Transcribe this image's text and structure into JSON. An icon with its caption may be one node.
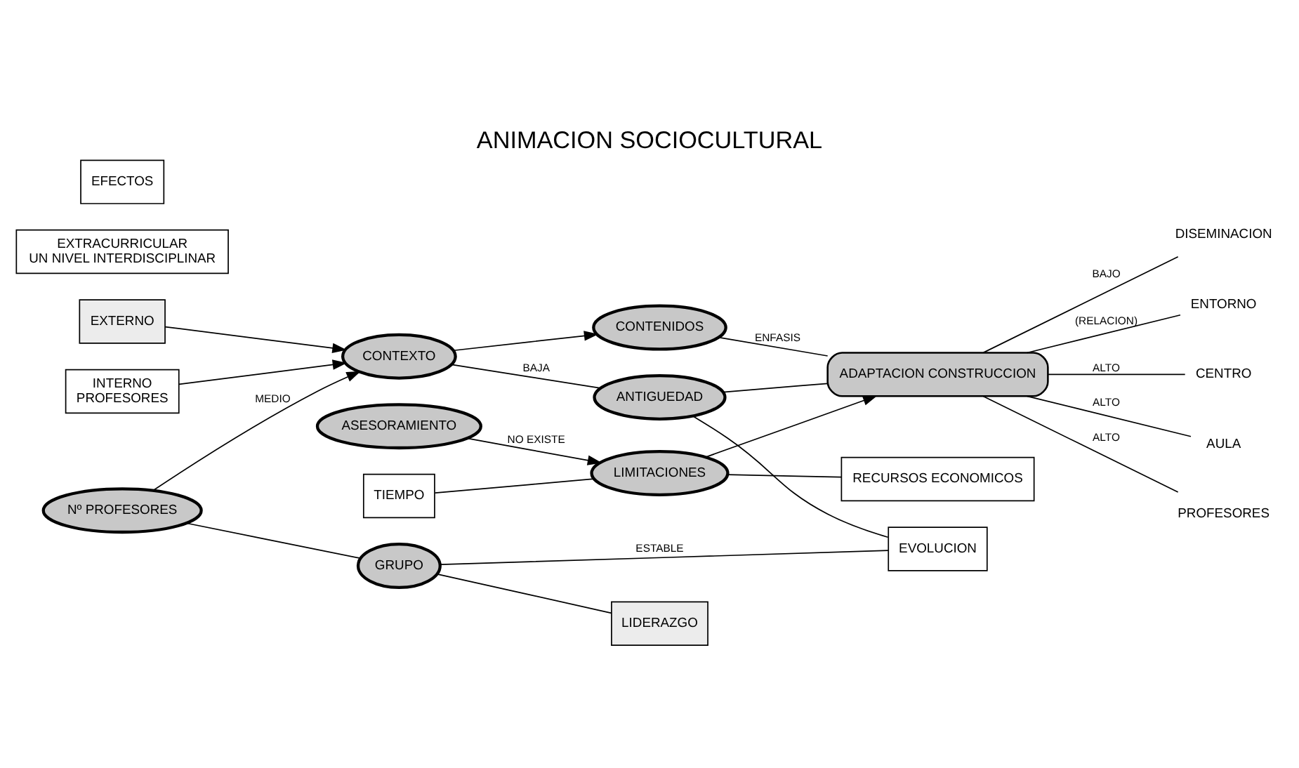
{
  "diagram": {
    "title": "ANIMACION SOCIOCULTURAL",
    "nodes": [
      {
        "text": [
          "EXTERNO"
        ]
      },
      {
        "text": [
          "CONTEXTO"
        ]
      },
      {
        "text": [
          "INTERNO",
          "PROFESORES"
        ]
      },
      {
        "text": [
          "CONTENIDOS"
        ]
      },
      {
        "text": [
          "EXTRACURRICULAR",
          "UN NIVEL INTERDISCIPLINAR"
        ]
      },
      {
        "text": [
          "ADAPTACION CONSTRUCCION"
        ]
      },
      {
        "text": [
          "EFECTOS"
        ]
      },
      {
        "text": [
          "DISEMINACION"
        ]
      },
      {
        "text": [
          "ENTORNO"
        ]
      },
      {
        "text": [
          "CENTRO"
        ]
      },
      {
        "text": [
          "AULA"
        ]
      },
      {
        "text": [
          "PROFESORES"
        ]
      },
      {
        "text": [
          "ANTIGUEDAD"
        ]
      },
      {
        "text": [
          "GRUPO"
        ]
      },
      {
        "text": [
          "EVOLUCION"
        ]
      },
      {
        "text": [
          "TIEMPO"
        ]
      },
      {
        "text": [
          "LIMITACIONES"
        ]
      },
      {
        "text": [
          "RECURSOS ECONOMICOS"
        ]
      },
      {
        "text": [
          "Nº PROFESORES"
        ]
      },
      {
        "text": [
          "LIDERAZGO"
        ]
      },
      {
        "text": [
          "ASESORAMIENTO"
        ]
      }
    ],
    "edges": [
      {
        "from": 0,
        "to": 1,
        "arrow": "to"
      },
      {
        "from": 2,
        "to": 1,
        "arrow": "to"
      },
      {
        "from": 1,
        "to": 3,
        "arrow": "to"
      },
      {
        "from": 3,
        "to": 5,
        "arrow": "none",
        "label": "ENFASIS"
      },
      {
        "from": 5,
        "to": 7,
        "arrow": "none",
        "label": "BAJO"
      },
      {
        "from": 5,
        "to": 8,
        "arrow": "none",
        "label": "(RELACION)"
      },
      {
        "from": 5,
        "to": 9,
        "arrow": "none",
        "label": "ALTO"
      },
      {
        "from": 5,
        "to": 10,
        "arrow": "none",
        "label": "ALTO"
      },
      {
        "from": 5,
        "to": 11,
        "arrow": "none",
        "label": "ALTO"
      },
      {
        "from": 1,
        "to": 12,
        "arrow": "none",
        "label": "BAJA"
      },
      {
        "from": 12,
        "to": 5,
        "arrow": "none"
      },
      {
        "from": 12,
        "to": 14,
        "arrow": "none"
      },
      {
        "from": 13,
        "to": 14,
        "arrow": "none",
        "label": "ESTABLE"
      },
      {
        "from": 18,
        "to": 1,
        "arrow": "to",
        "label": "MEDIO"
      },
      {
        "from": 18,
        "to": 13,
        "arrow": "none"
      },
      {
        "from": 13,
        "to": 19,
        "arrow": "none"
      },
      {
        "from": 16,
        "to": 5,
        "arrow": "to"
      },
      {
        "from": 15,
        "to": 16,
        "arrow": "none"
      },
      {
        "from": 16,
        "to": 17,
        "arrow": "none"
      },
      {
        "from": 20,
        "to": 16,
        "arrow": "to",
        "label": "NO EXISTE"
      }
    ]
  }
}
